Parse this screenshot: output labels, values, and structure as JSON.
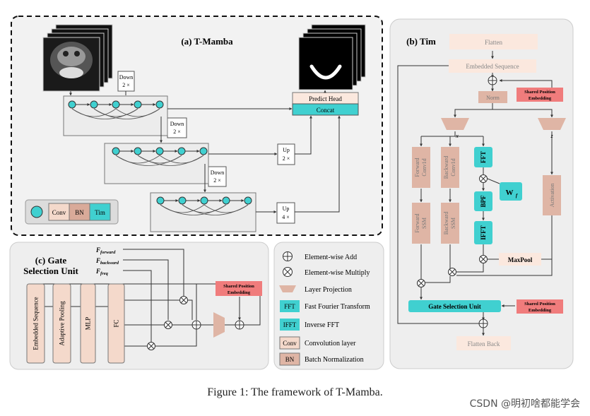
{
  "panels": {
    "a_title": "(a) T-Mamba",
    "b_title": "(b) Tim",
    "c_title_line1": "(c) Gate",
    "c_title_line2": "Selection Unit"
  },
  "tmamba": {
    "down1": [
      "Down",
      "2 ×"
    ],
    "down2": [
      "Down",
      "2 ×"
    ],
    "down3": [
      "Down",
      "2 ×"
    ],
    "up2": [
      "Up",
      "2 ×"
    ],
    "up4": [
      "Up",
      "4 ×"
    ],
    "predict_head": "Predict Head",
    "concat": "Concat",
    "legend": {
      "conv": "Conv",
      "bn": "BN",
      "tim": "Tim"
    }
  },
  "tim": {
    "flatten": "Flatten",
    "embedded_sequence": "Embedded Sequence",
    "shared_pos_embedding_1": [
      "Shared Position",
      "Embedding"
    ],
    "norm": "Norm",
    "x_label": "x",
    "z_label": "z",
    "forward_conv": [
      "Forward",
      "Conv1d"
    ],
    "backward_conv": [
      "Backward",
      "Conv1d"
    ],
    "fft": "FFT",
    "wf": "W",
    "wf_sub": "f",
    "activation": "Activation",
    "forward_ssm": [
      "Forward",
      "SSM"
    ],
    "backward_ssm": [
      "Backward",
      "SSM"
    ],
    "bpf": "BPF",
    "ifft": "IFFT",
    "maxpool": "MaxPool",
    "gate_selection_unit": "Gate Selection Unit",
    "shared_pos_embedding_2": [
      "Shared Position",
      "Embedding"
    ],
    "flatten_back": "Flatten Back"
  },
  "gsu": {
    "f_forward": "F",
    "f_forward_sub": "forward",
    "f_backward": "F",
    "f_backward_sub": "backward",
    "f_freq": "F",
    "f_freq_sub": "freq",
    "embedded_sequence": "Embedded Sequence",
    "adaptive_pooling": "Adaptive Pooling",
    "mlp": "MLP",
    "fc": "FC",
    "shared_pos_embedding": [
      "Shared Position",
      "Embedding"
    ]
  },
  "legend": {
    "add": "Element-wise Add",
    "multiply": "Element-wise Multiply",
    "projection": "Layer Projection",
    "fft_tag": "FFT",
    "fft": "Fast Fourier Transform",
    "ifft_tag": "IFFT",
    "ifft": "Inverse FFT",
    "conv_tag": "Conv",
    "conv": "Convolution layer",
    "bn_tag": "BN",
    "bn": "Batch Normalization"
  },
  "caption": "Figure 1: The framework of T-Mamba.",
  "watermark": "CSDN @明初啥都能学会",
  "colors": {
    "teal": "#40d0d0",
    "peach": "#f4d9cb",
    "rose": "#dfb5a5",
    "red_box": "#f07c7c",
    "panel_gray": "#eeeeee",
    "dark": "#222222"
  }
}
